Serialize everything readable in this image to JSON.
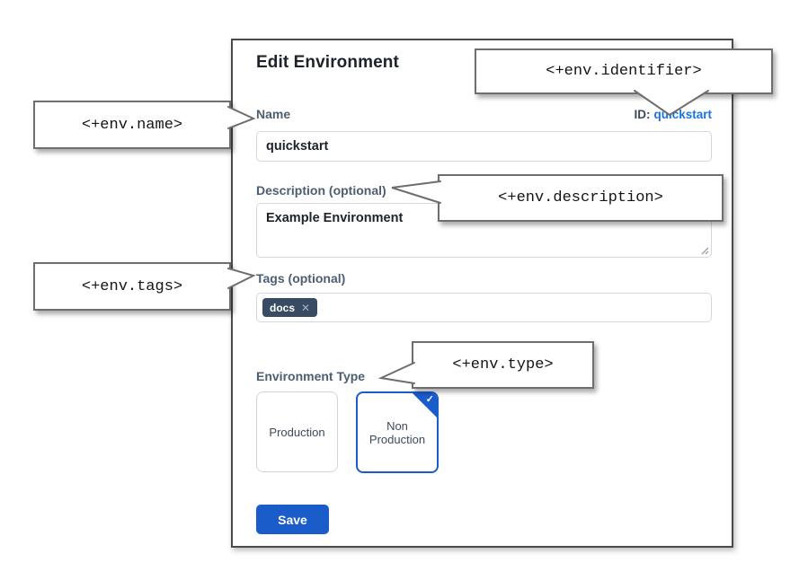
{
  "panel": {
    "title": "Edit Environment",
    "name_label": "Name",
    "id_label": "ID:",
    "id_value": "quickstart",
    "name_value": "quickstart",
    "description_label": "Description (optional)",
    "description_value": "Example Environment",
    "tags_label": "Tags (optional)",
    "tag_chip": "docs",
    "tag_remove_icon": "✕",
    "env_type_label": "Environment Type",
    "type_options": [
      {
        "label": "Production",
        "selected": false
      },
      {
        "label": "Non Production",
        "selected": true
      }
    ],
    "check_icon": "✓",
    "save_label": "Save"
  },
  "callouts": {
    "identifier": "<+env.identifier>",
    "name": "<+env.name>",
    "description": "<+env.description>",
    "tags": "<+env.tags>",
    "type": "<+env.type>"
  },
  "colors": {
    "link_blue": "#1a73e8",
    "primary_blue": "#1a5cc9",
    "chip_bg": "#394b63",
    "label_slate": "#4d5e73",
    "panel_border": "#4a4a4d",
    "callout_border": "#6e6e6e"
  }
}
